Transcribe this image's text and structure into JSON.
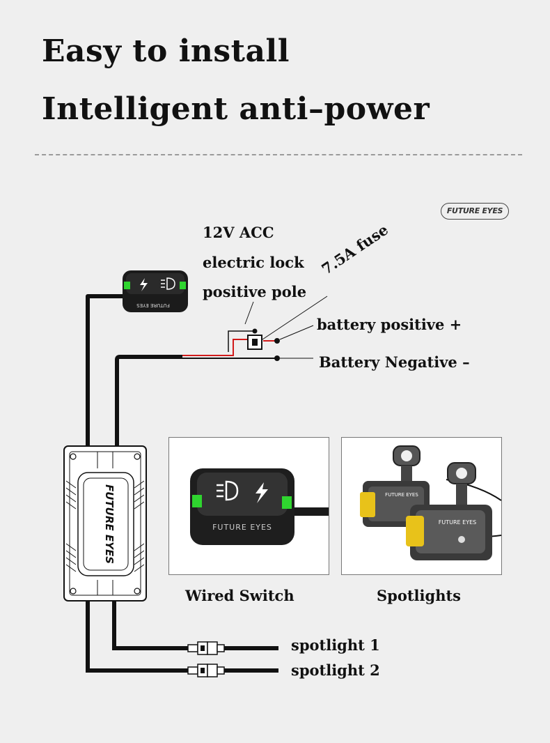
{
  "header": {
    "line1": "Easy to install",
    "line2": "Intelligent anti–power"
  },
  "brand": {
    "logo": "FUTURE EYES"
  },
  "labels": {
    "acc_line1": "12V ACC",
    "acc_line2": "electric lock",
    "acc_line3": "positive pole",
    "fuse": "7.5A fuse",
    "battery_pos": "battery positive +",
    "battery_neg": "Battery Negative –",
    "spot1": "spotlight 1",
    "spot2": "spotlight 2"
  },
  "photos": {
    "switch_caption": "Wired Switch",
    "spot_caption": "Spotlights"
  },
  "colors": {
    "background": "#efefef",
    "wire_black": "#111111",
    "wire_red": "#d11a1a",
    "indicator_green": "#2fd52f",
    "lens_yellow": "#e8c21a"
  },
  "icons": [
    "bolt-icon",
    "headlight-icon"
  ]
}
